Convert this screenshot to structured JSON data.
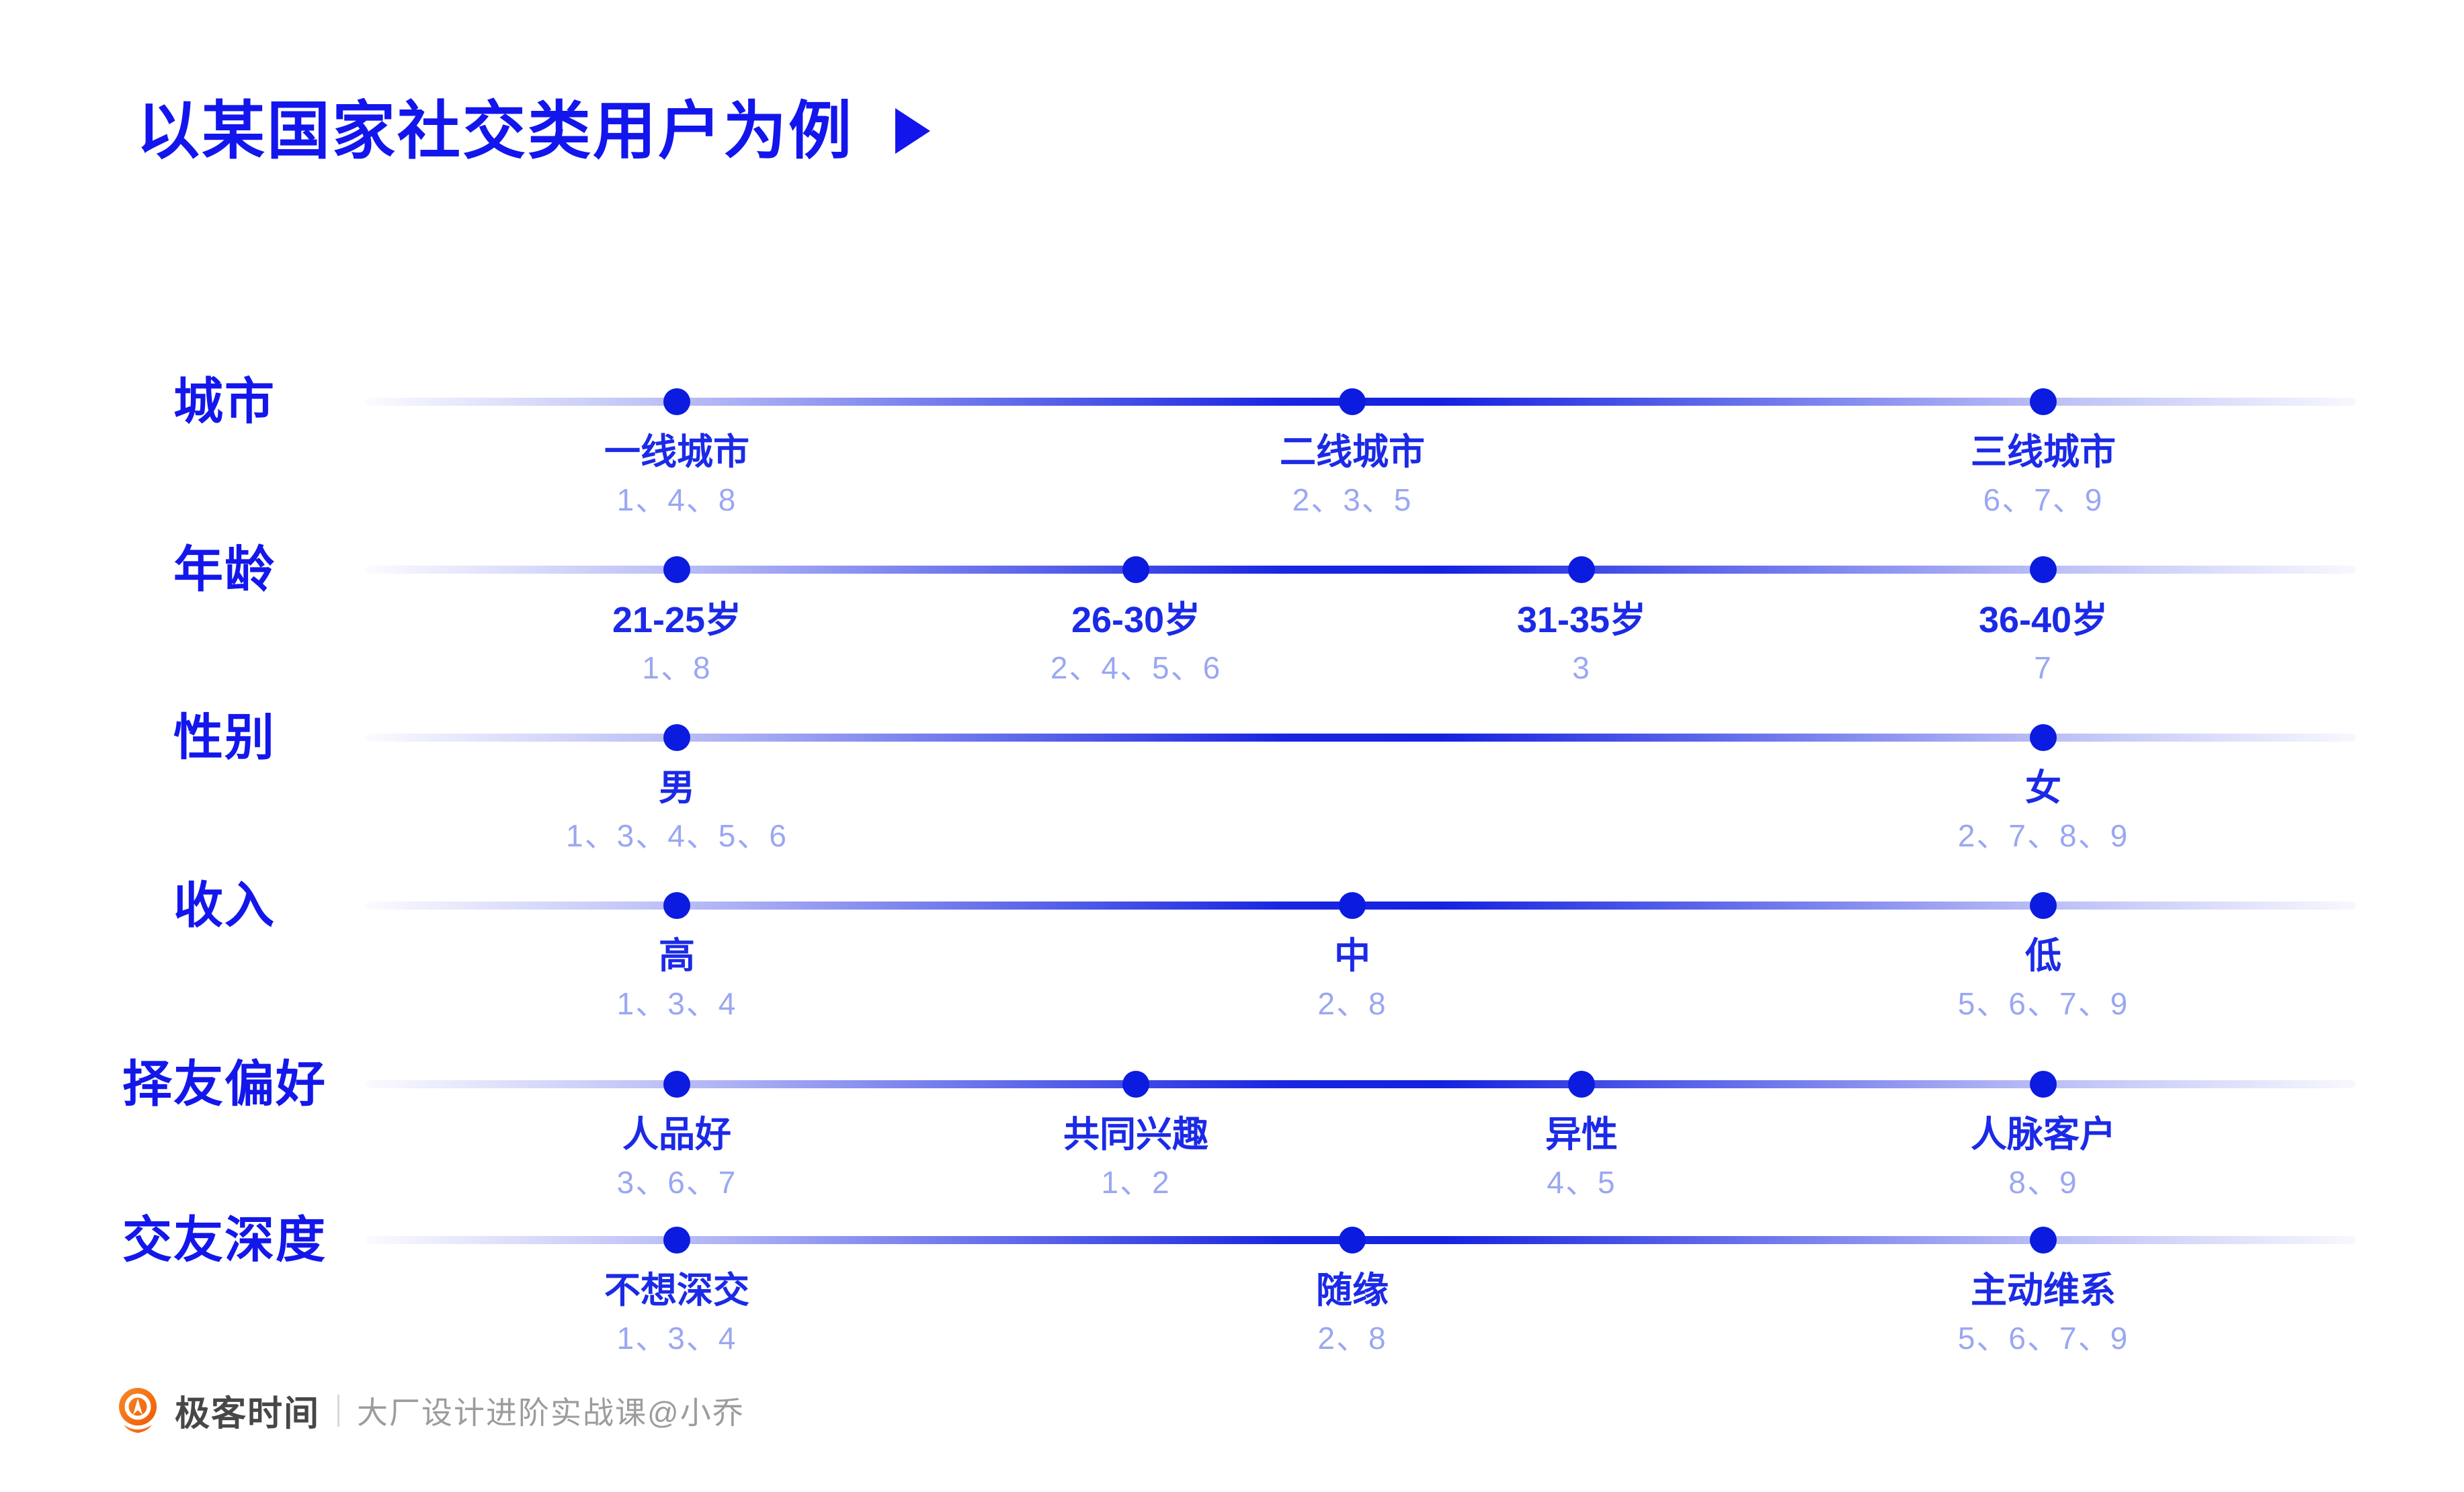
{
  "title": {
    "text": "以某国家社交类用户为例"
  },
  "colors": {
    "accent_blue": "#1316EC",
    "dot_blue": "#0B1BDF",
    "point_label_blue": "#1B2AE7",
    "ids_light_blue": "#9AA7F1",
    "brand_orange": "#F2600D",
    "footer_text": "#474747",
    "footer_secondary": "#9C9C9C"
  },
  "rows": [
    {
      "label": "城市",
      "points": [
        {
          "label": "一线城市",
          "users": "1、4、8"
        },
        {
          "label": "二线城市",
          "users": "2、3、5"
        },
        {
          "label": "三线城市",
          "users": "6、7、9"
        }
      ]
    },
    {
      "label": "年龄",
      "points": [
        {
          "label": "21-25岁",
          "users": "1、8"
        },
        {
          "label": "26-30岁",
          "users": "2、4、5、6"
        },
        {
          "label": "31-35岁",
          "users": "3"
        },
        {
          "label": "36-40岁",
          "users": "7"
        }
      ]
    },
    {
      "label": "性别",
      "points": [
        {
          "label": "男",
          "users": "1、3、4、5、6"
        },
        {
          "label": "女",
          "users": "2、7、8、9"
        }
      ]
    },
    {
      "label": "收入",
      "points": [
        {
          "label": "高",
          "users": "1、3、4"
        },
        {
          "label": "中",
          "users": "2、8"
        },
        {
          "label": "低",
          "users": "5、6、7、9"
        }
      ]
    },
    {
      "label": "择友偏好",
      "points": [
        {
          "label": "人品好",
          "users": "3、6、7"
        },
        {
          "label": "共同兴趣",
          "users": "1、2"
        },
        {
          "label": "异性",
          "users": "4、5"
        },
        {
          "label": "人脉客户",
          "users": "8、9"
        }
      ]
    },
    {
      "label": "交友深度",
      "points": [
        {
          "label": "不想深交",
          "users": "1、3、4"
        },
        {
          "label": "随缘",
          "users": "2、8"
        },
        {
          "label": "主动维系",
          "users": "5、6、7、9"
        }
      ]
    }
  ],
  "footer": {
    "brand": "极客时间",
    "course": "大厂设计进阶实战课@小乔"
  }
}
